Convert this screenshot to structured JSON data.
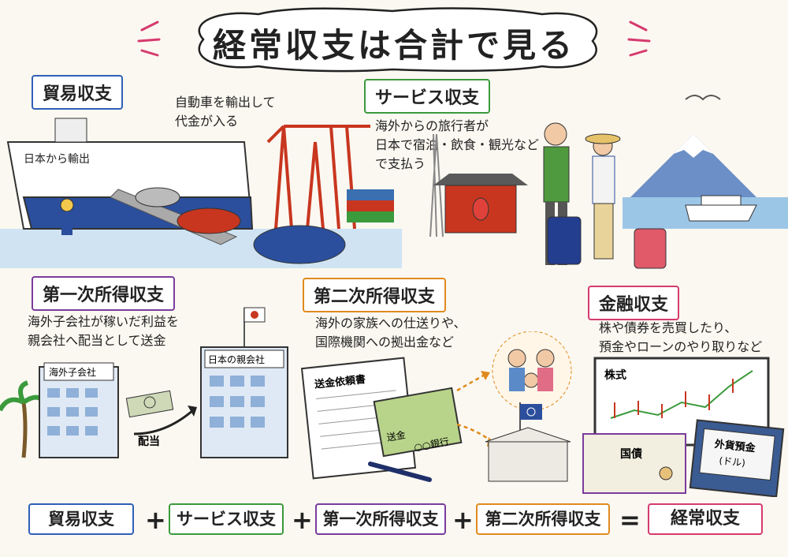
{
  "title": "経常収支は合計で見る",
  "sections": {
    "trade": {
      "label": "貿易収支",
      "caption": [
        "自動車を輸出して",
        "代金が入る"
      ],
      "ship_text": "日本から輸出"
    },
    "services": {
      "label": "サービス収支",
      "caption": [
        "海外からの旅行者が",
        "日本で宿泊・飲食・観光など",
        "で支払う"
      ]
    },
    "primary": {
      "label": "第一次所得収支",
      "caption": [
        "海外子会社が稼いだ利益を",
        "親会社へ配当として送金"
      ],
      "subsidiary": "海外子会社",
      "parent": "日本の親会社",
      "arrow_label": "配当"
    },
    "secondary": {
      "label": "第二次所得収支",
      "caption": [
        "海外の家族への仕送りや、",
        "国際機関への拠出金など"
      ],
      "form_title": "送金依頼書",
      "bank_label": "送金",
      "bank_name": "○○銀行"
    },
    "financial": {
      "label": "金融収支",
      "caption": [
        "株や債券を売買したり、",
        "預金やローンのやり取りなど"
      ],
      "stock": "株式",
      "bond": "国債",
      "deposit": "外貨預金",
      "deposit_sub": "(ドル)"
    }
  },
  "equation": {
    "terms": [
      "貿易収支",
      "サービス収支",
      "第一次所得収支",
      "第二次所得収支"
    ],
    "plus": "+",
    "equals": "=",
    "result": "経常収支"
  },
  "colors": {
    "trade": "#2f5fb8",
    "services": "#3b9a3c",
    "primary": "#7a3c9c",
    "secondary": "#e08a1e",
    "financial": "#d63a6e"
  }
}
